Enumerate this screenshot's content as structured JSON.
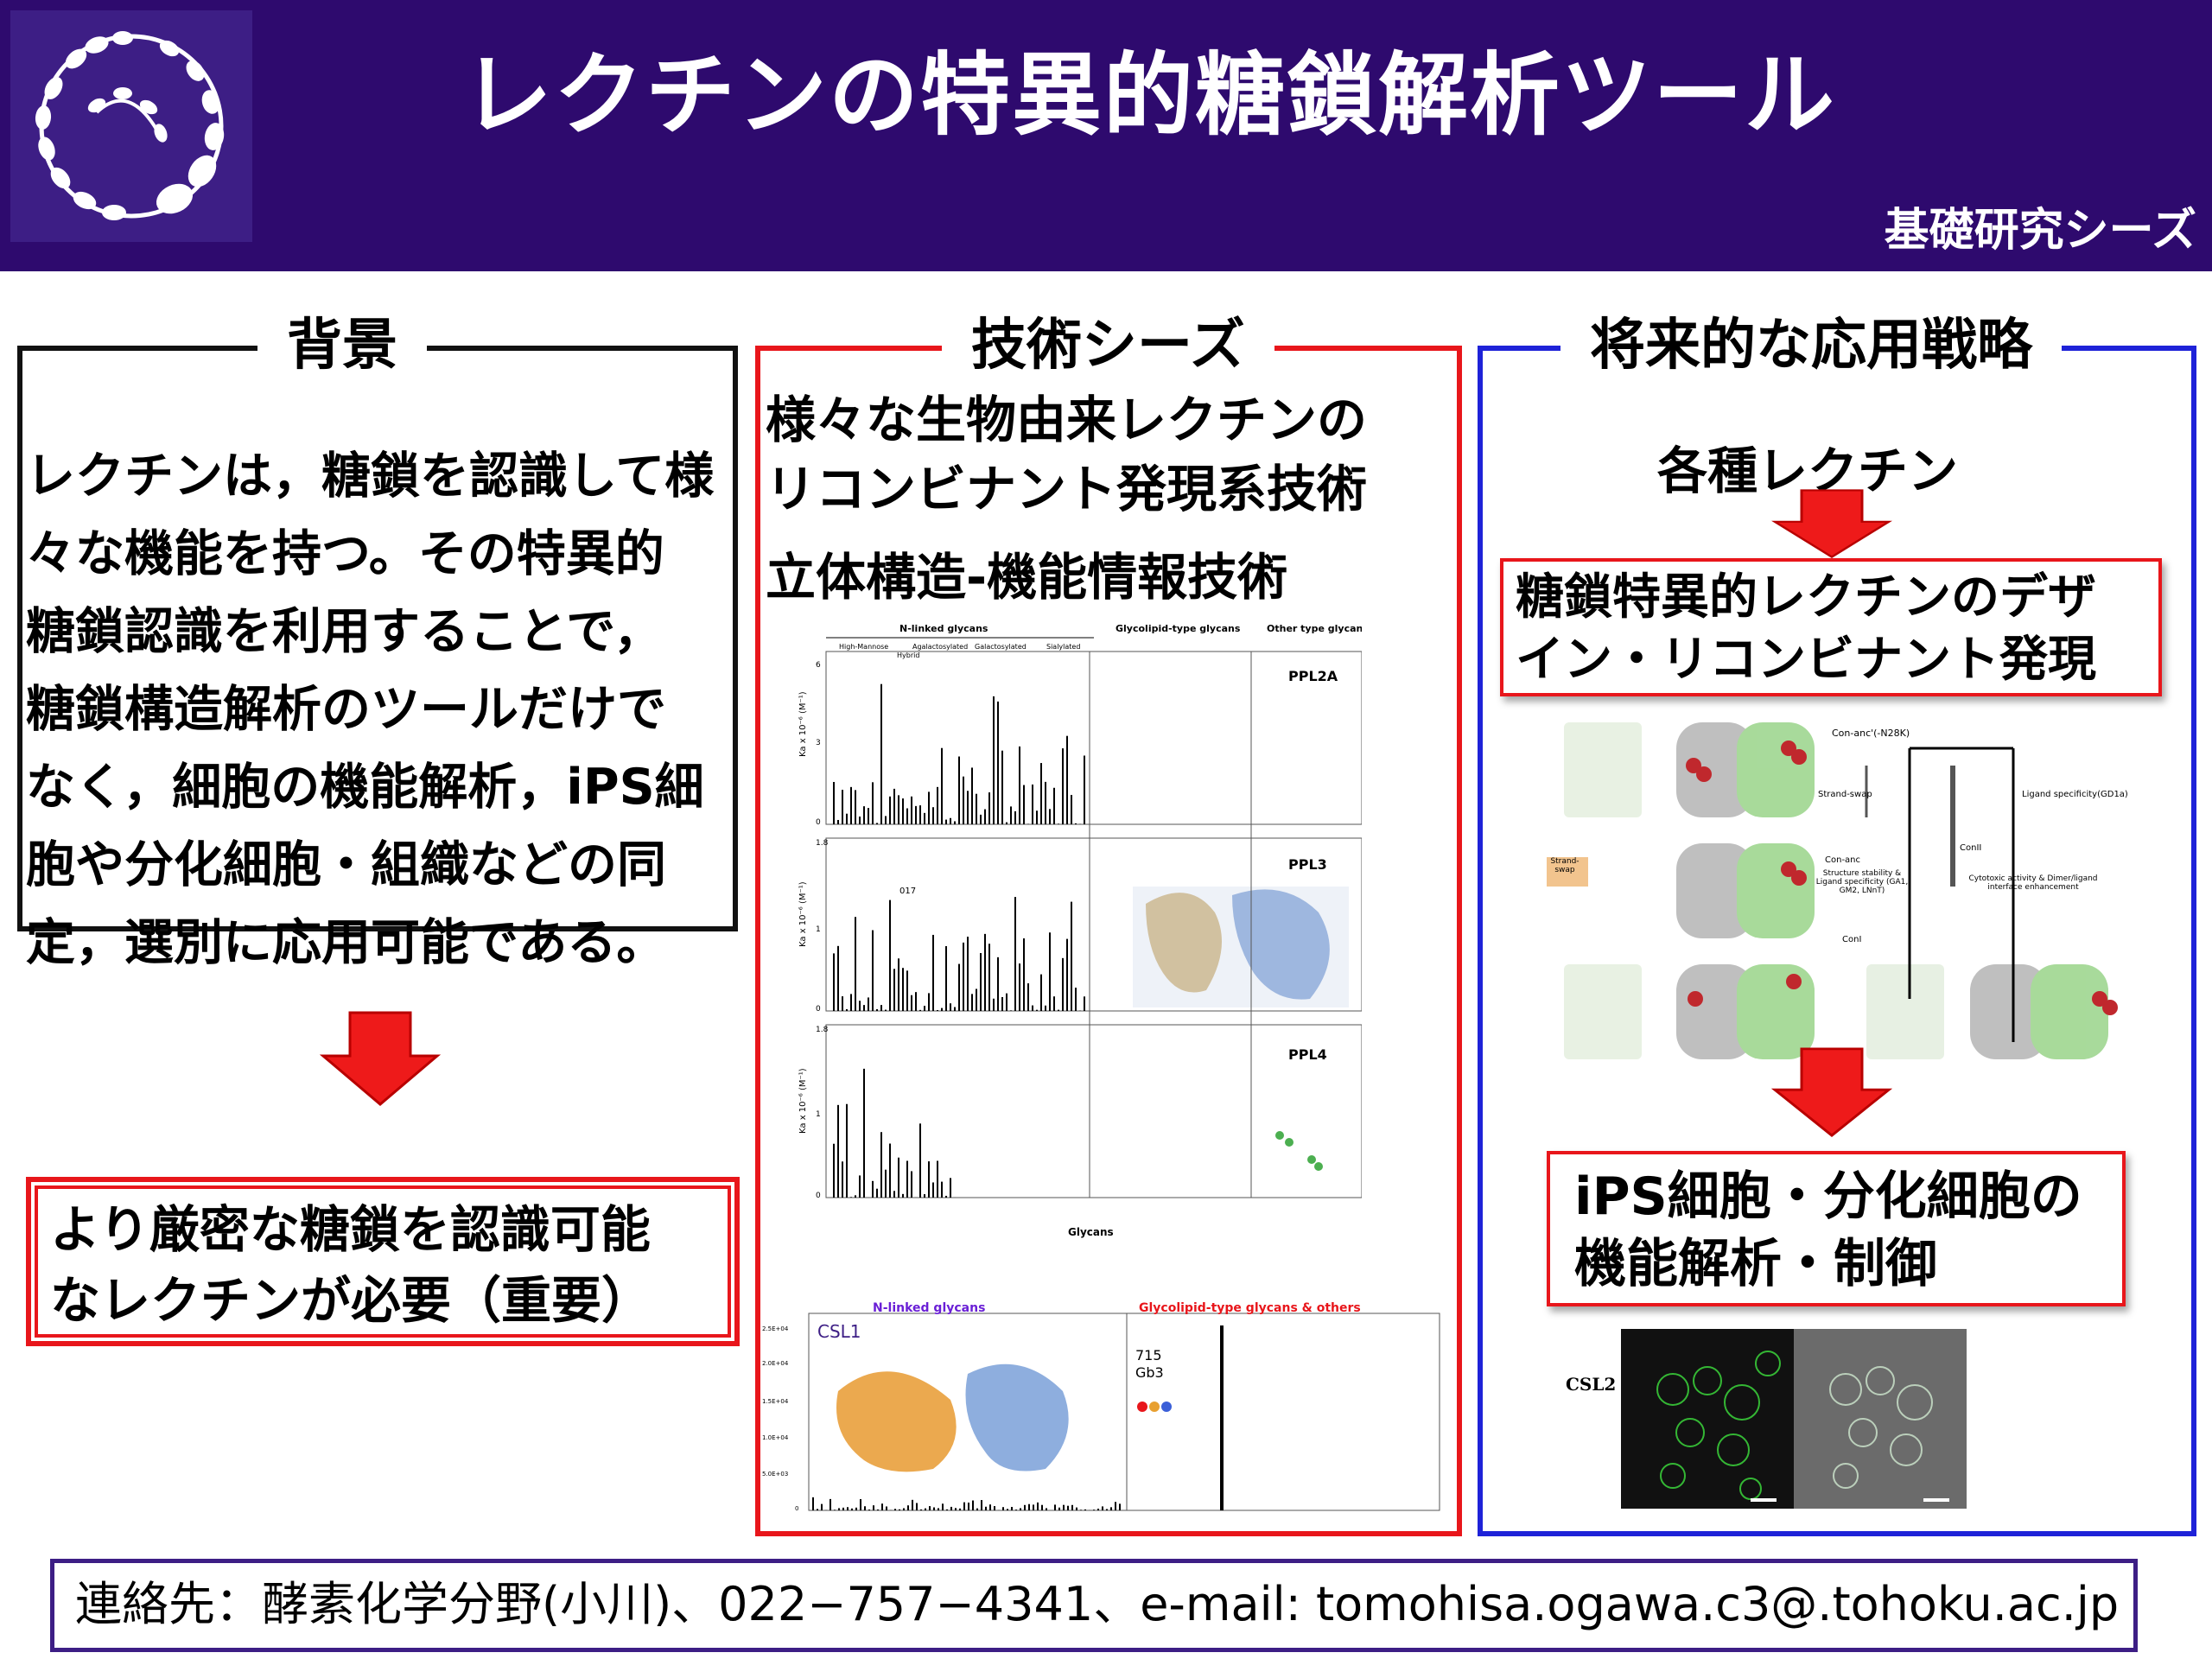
{
  "header": {
    "title": "レクチンの特異的糖鎖解析ツール",
    "subtitle": "基礎研究シーズ"
  },
  "background": {
    "title": "背景",
    "body_lines": [
      "レクチンは，糖鎖を認識して様",
      "々な機能を持つ。その特異的",
      "糖鎖認識を利用することで，",
      "糖鎖構造解析のツールだけで",
      "なく，細胞の機能解析，iPS細",
      "胞や分化細胞・組織などの同",
      "定，選別に応用可能である。"
    ],
    "need_lines": [
      "より厳密な糖鎖を認識可能",
      "なレクチンが必要（重要）"
    ]
  },
  "tech": {
    "title": "技術シーズ",
    "line1": "様々な生物由来レクチンの",
    "line2": "リコンビナント発現系技術",
    "line3": "立体構造-機能情報技術",
    "chart": {
      "group_nlinked": "N-linked glycans",
      "group_glycolipid": "Glycolipid-type glycans",
      "group_other": "Other type glycans",
      "sub_high_mannose": "High-Mannose",
      "sub_hybrid": "Hybrid",
      "sub_agalacto": "Agalactosylated",
      "sub_galacto": "Galactosylated",
      "sub_sialy": "Sialylated",
      "panels": [
        "PPL2A",
        "PPL3",
        "PPL4"
      ],
      "ylabel": "Ka x 10⁻⁶ (M⁻¹)",
      "xlabel": "Glycans",
      "annot_017": "017",
      "ppl2a_ticks": [
        "6",
        "3",
        "0"
      ],
      "ppl3_ticks": [
        "1.8",
        "1",
        "0"
      ],
      "ppl4_ticks": [
        "1.8",
        "1",
        "0"
      ]
    },
    "csl1": {
      "label": "CSL1",
      "nlinked": "N-linked glycans",
      "glycolipid": "Glycolipid-type glycans & others",
      "peak_id": "715",
      "peak_name": "Gb3",
      "yticks": [
        "2.5E+04",
        "2.0E+04",
        "1.5E+04",
        "1.0E+04",
        "5.0E+03",
        "0"
      ]
    }
  },
  "future": {
    "title": "将来的な応用戦略",
    "lectins": "各種レクチン",
    "design_lines": [
      "糖鎖特異的レクチンのデザ",
      "イン・リコンビナント発現"
    ],
    "ips_lines": [
      "iPS細胞・分化細胞の",
      "機能解析・制御"
    ],
    "diagram": {
      "con_anc_n28k": "Con-anc'(-N28K)",
      "strand_swap": "Strand-swap",
      "ligand_specificity": "Ligand specificity(GD1a)",
      "conii": "ConII",
      "con_anc": "Con-anc",
      "structure_stability": "Structure stability & Ligand specificity (GA1, GM2, LNnT)",
      "cytotoxic": "Cytotoxic activity & Dimer/ligand interface enhancement",
      "coni": "ConI",
      "strand_swap_side": "Strand-swap"
    },
    "micro_label": "CSL2"
  },
  "contact": "連絡先：酵素化学分野(小川)、022−757−4341、e-mail: tomohisa.ogawa.c3@.tohoku.ac.jp",
  "colors": {
    "header_bg": "#2e0a6e",
    "accent_red": "#e8161b",
    "accent_blue": "#1e22d8"
  }
}
